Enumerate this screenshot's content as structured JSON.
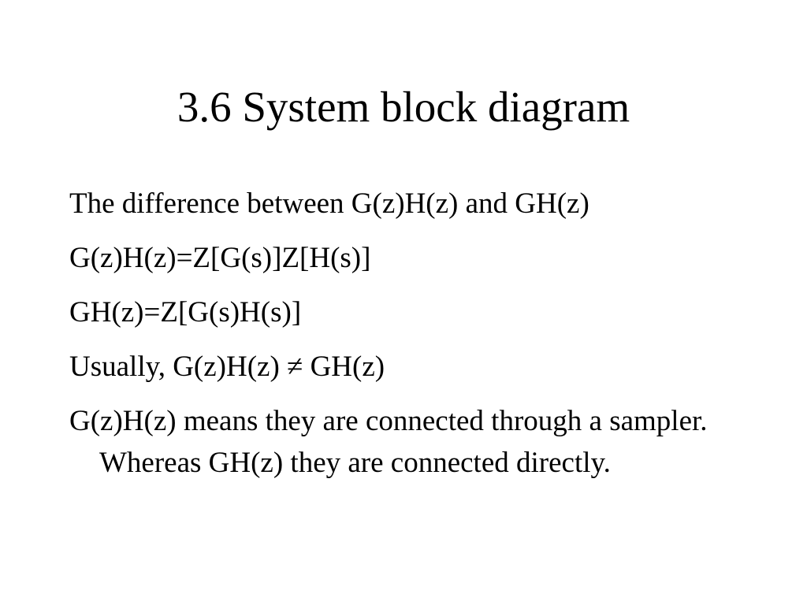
{
  "slide": {
    "title": "3.6 System block diagram",
    "bullets": [
      "The difference between G(z)H(z) and GH(z)",
      "G(z)H(z)=Z[G(s)]Z[H(s)]",
      "GH(z)=Z[G(s)H(s)]",
      "Usually, G(z)H(z) ≠ GH(z)",
      "G(z)H(z) means they are connected through a sampler. Whereas GH(z) they are connected directly."
    ]
  }
}
